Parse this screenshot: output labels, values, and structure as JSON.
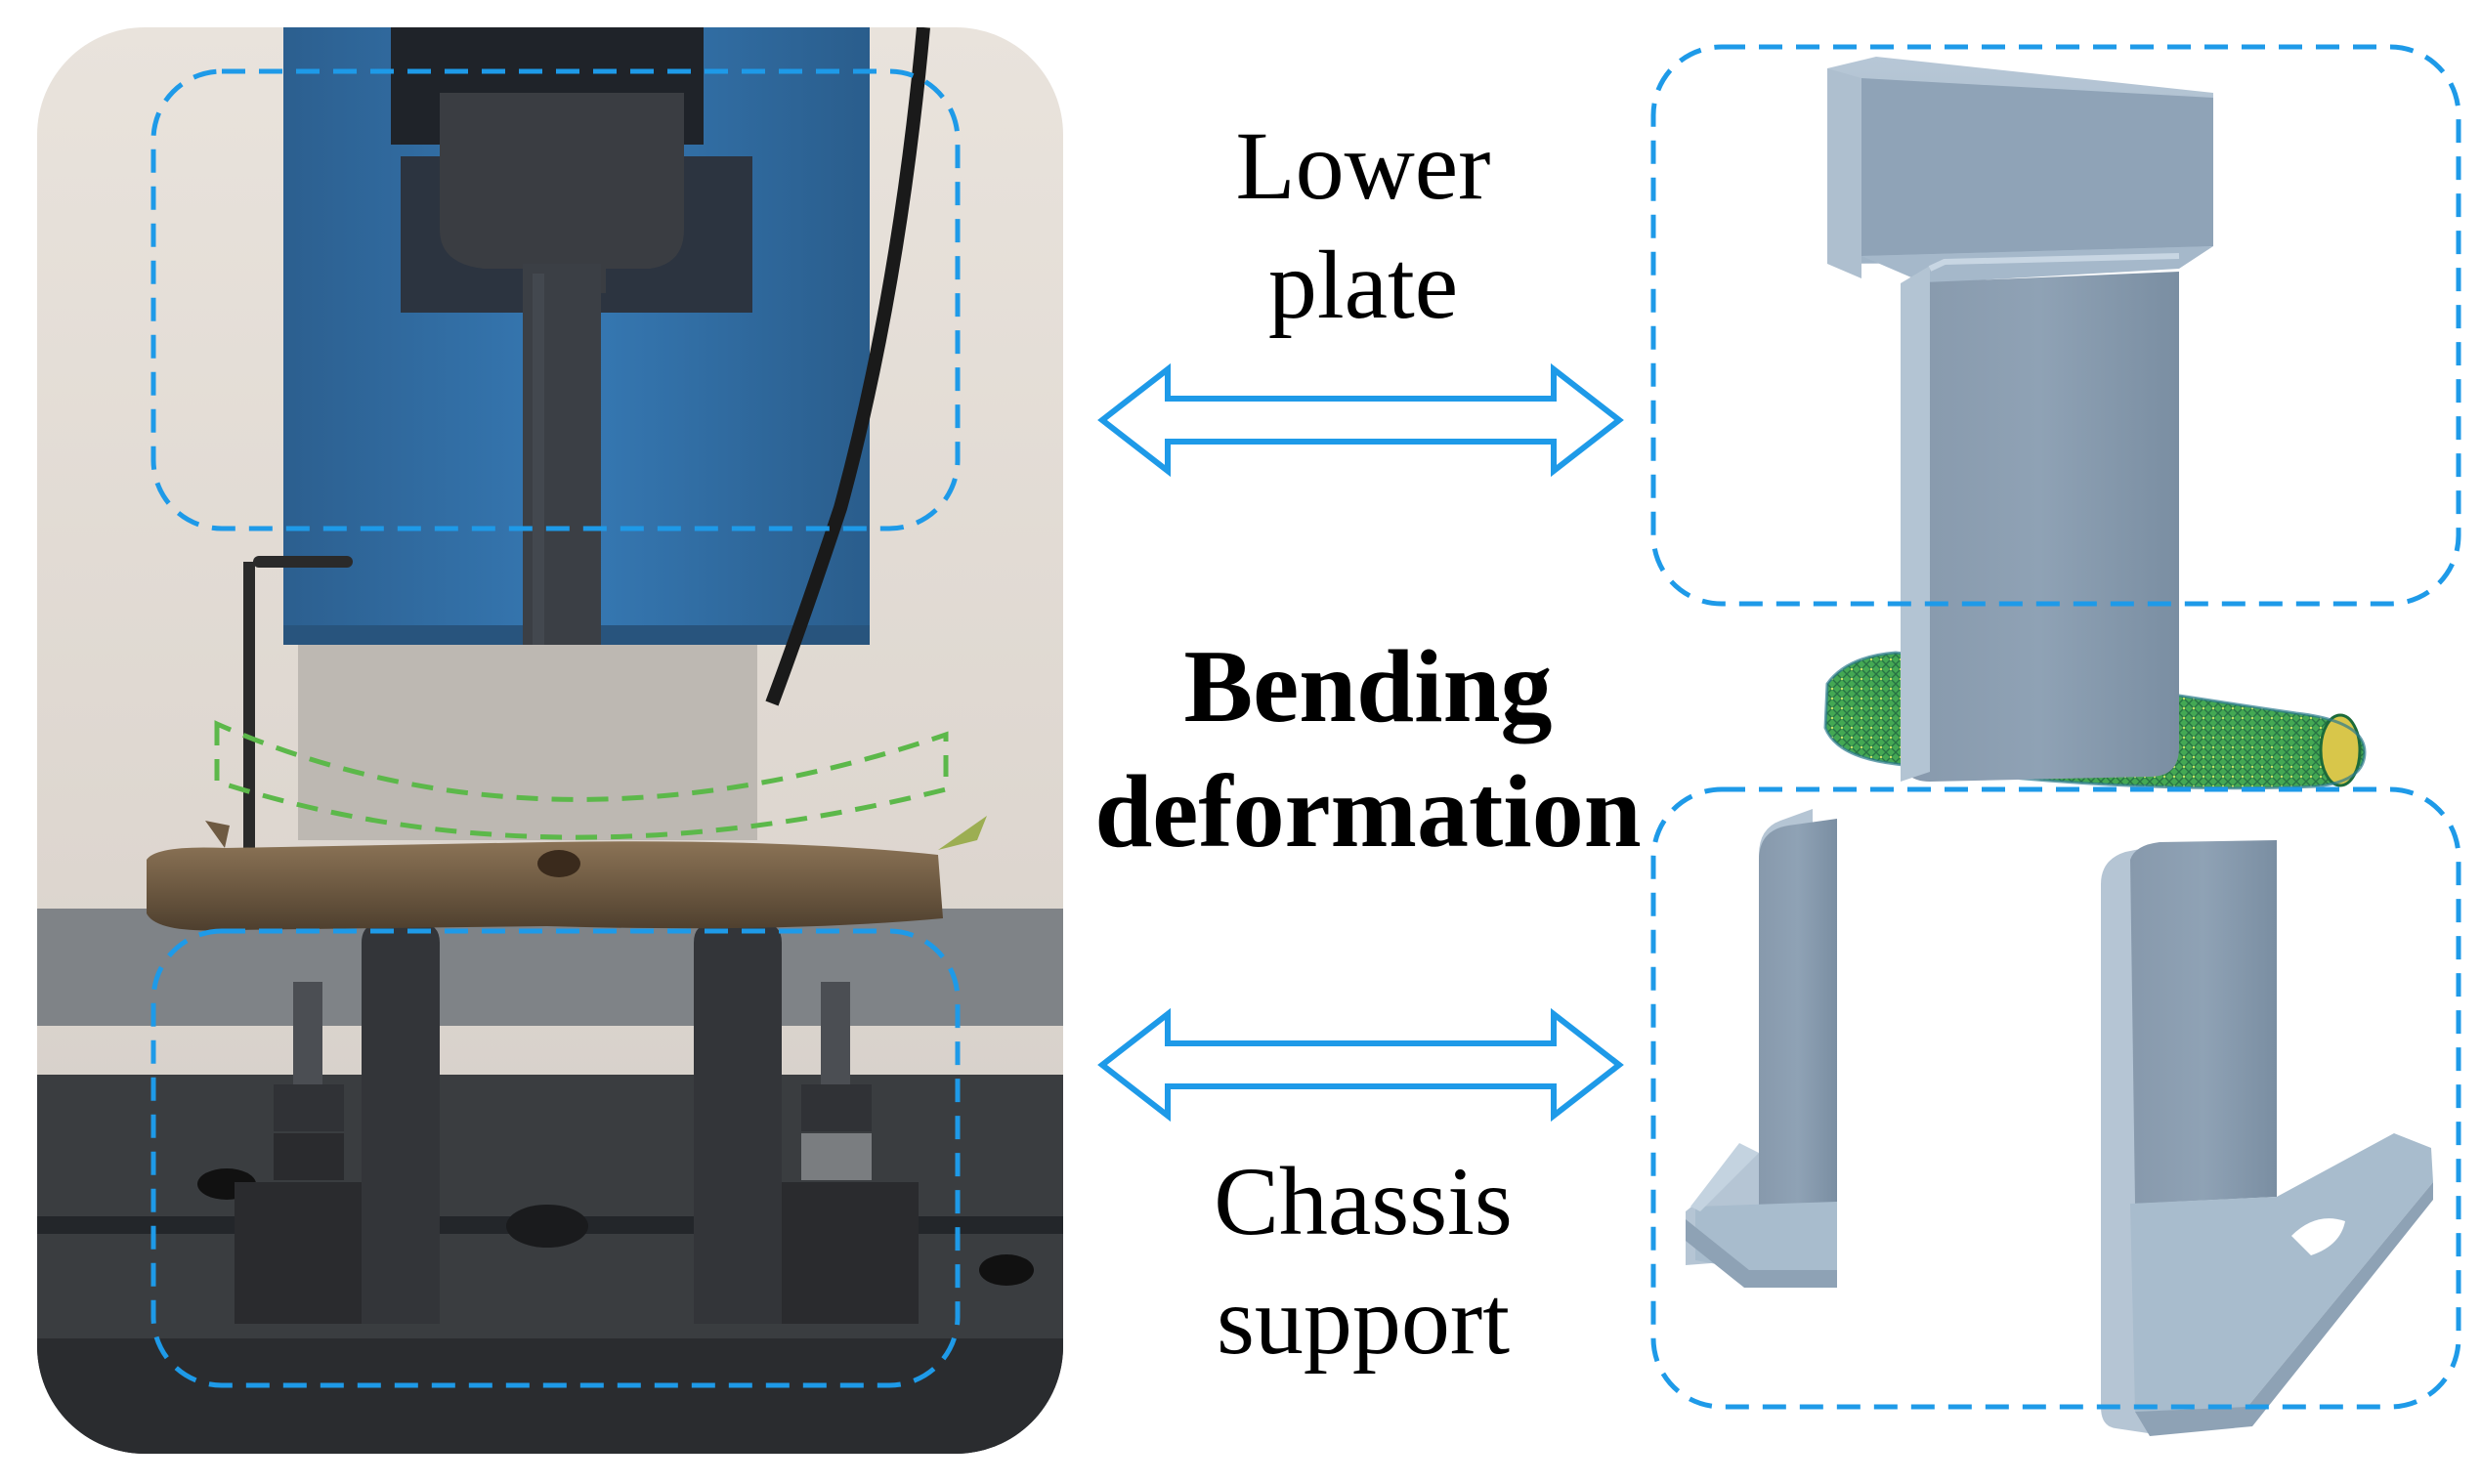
{
  "labels": {
    "lower_plate_line1": "Lower",
    "lower_plate_line2": "plate",
    "bending_line1": "Bending",
    "bending_line2": "deformation",
    "chassis_line1": "Chassis",
    "chassis_line2": "support"
  },
  "colors": {
    "dashed_box": "#1e9ae8",
    "green_dashed": "#5cb84a",
    "arrow": "#1e9ae8",
    "machine_blue": "#2f6fa8",
    "model_grey": "#9fb4c6",
    "branch_mesh": "#3fae4e"
  },
  "icons": {
    "arrow": "double-headed-arrow-icon"
  }
}
